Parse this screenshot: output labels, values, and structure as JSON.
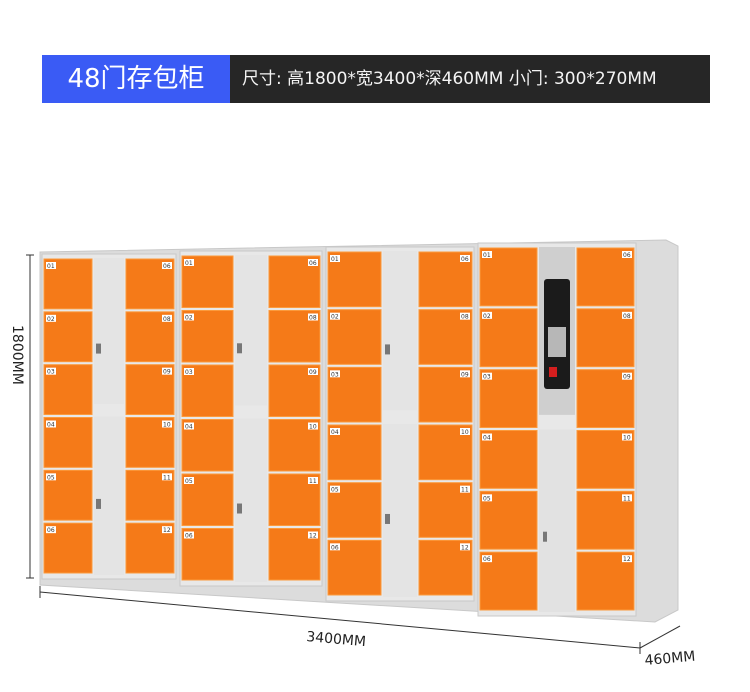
{
  "banner": {
    "title": "48门存包柜",
    "spec": "尺寸: 高1800*宽3400*深460MM  小门: 300*270MM"
  },
  "dimensions": {
    "height": "1800MM",
    "width": "3400MM",
    "depth": "460MM"
  },
  "locker_numbers": {
    "left_column": [
      "01",
      "02",
      "03",
      "04",
      "05",
      "06"
    ],
    "right_column": [
      "06",
      "08",
      "09",
      "10",
      "11",
      "12"
    ],
    "last_right_column": [
      "06",
      "08",
      "09",
      "10",
      "11",
      "12"
    ]
  },
  "colors": {
    "door": "#f57a18",
    "door_light": "#fb9a3c",
    "cabinet": "#e8e8e8",
    "accent_blue": "#3a5bf5",
    "banner_dark": "#262626"
  }
}
